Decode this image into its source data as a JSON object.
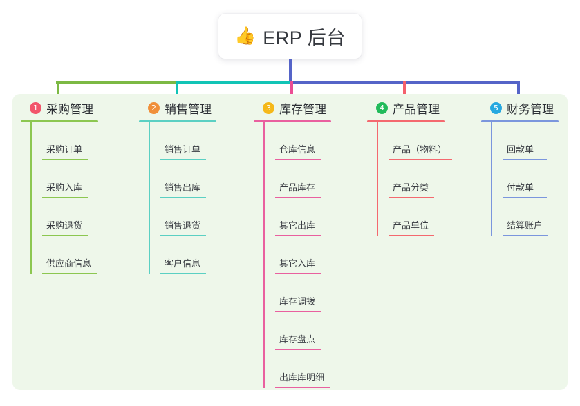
{
  "root": {
    "icon": "thumbs-up-icon",
    "icon_glyph": "👍",
    "title": "ERP 后台"
  },
  "palette": {
    "panel_bg": "#eef7ea",
    "card_bg": "#ffffff",
    "text": "#3a3d43",
    "root_stem": "#5564c8"
  },
  "connectors": {
    "stem_color": "#5564c8",
    "bar_segments": [
      {
        "name": "segment-green",
        "color": "#7cb944"
      },
      {
        "name": "segment-teal",
        "color": "#11c4b6"
      },
      {
        "name": "segment-blue",
        "color": "#5564c8"
      }
    ],
    "drops": [
      {
        "name": "drop-purchasing",
        "color": "#7cb944"
      },
      {
        "name": "drop-sales",
        "color": "#11c4b6"
      },
      {
        "name": "drop-inventory",
        "color": "#ec4d94"
      },
      {
        "name": "drop-product",
        "color": "#f4606c"
      },
      {
        "name": "drop-finance",
        "color": "#5564c8"
      }
    ]
  },
  "columns": [
    {
      "id": "purchasing",
      "number": "1",
      "badge_color": "#f2556b",
      "line_color": "#8cc751",
      "title": "采购管理",
      "items": [
        "采购订单",
        "采购入库",
        "采购退货",
        "供应商信息"
      ]
    },
    {
      "id": "sales",
      "number": "2",
      "badge_color": "#f0903a",
      "line_color": "#5bd0c3",
      "title": "销售管理",
      "items": [
        "销售订单",
        "销售出库",
        "销售退货",
        "客户信息"
      ]
    },
    {
      "id": "inventory",
      "number": "3",
      "badge_color": "#f5b819",
      "line_color": "#e9609f",
      "title": "库存管理",
      "items": [
        "仓库信息",
        "产品库存",
        "其它出库",
        "其它入库",
        "库存调拨",
        "库存盘点",
        "出库库明细"
      ]
    },
    {
      "id": "product",
      "number": "4",
      "badge_color": "#22bb5b",
      "line_color": "#f4696f",
      "title": "产品管理",
      "items": [
        "产品（物料）",
        "产品分类",
        "产品单位"
      ]
    },
    {
      "id": "finance",
      "number": "5",
      "badge_color": "#26a8e0",
      "line_color": "#7b96dd",
      "title": "财务管理",
      "items": [
        "回款单",
        "付款单",
        "结算账户"
      ]
    }
  ]
}
